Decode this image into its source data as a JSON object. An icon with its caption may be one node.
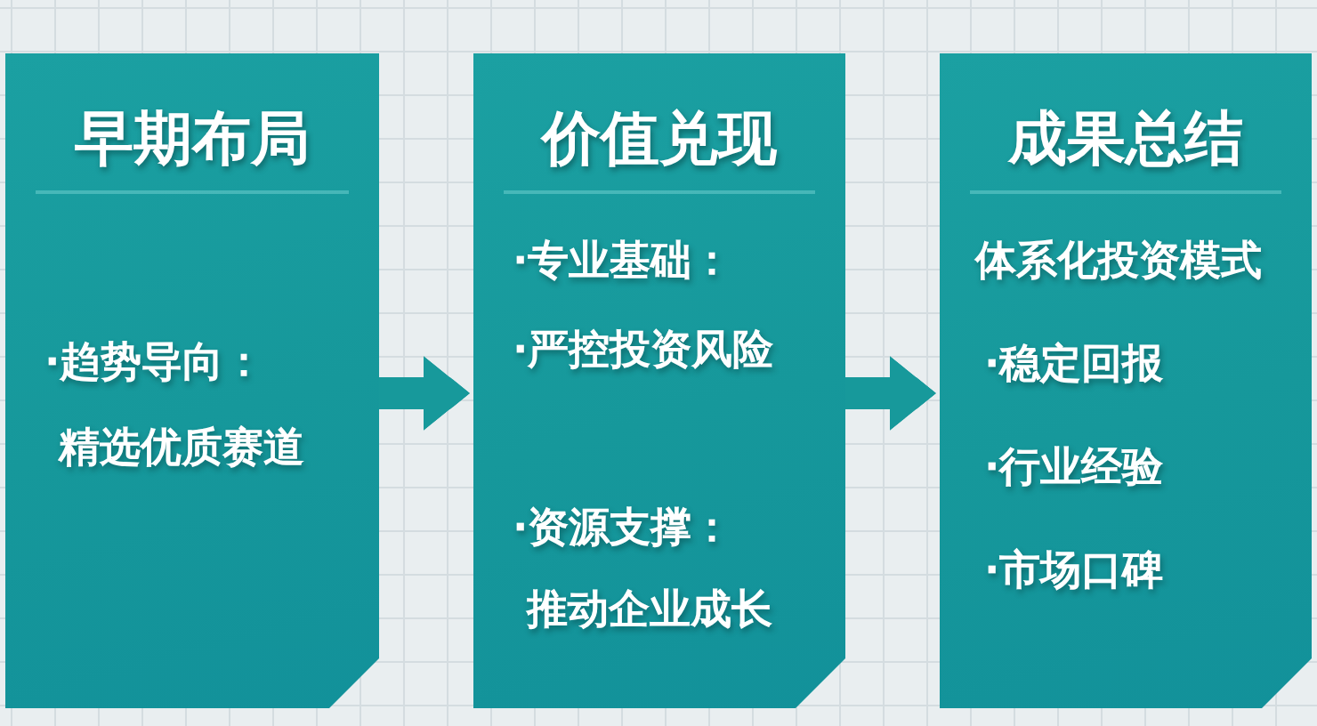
{
  "diagram": {
    "nodes": [
      {
        "text": [
          "早期布局",
          "·趋势导向：",
          "精选优质赛道"
        ]
      },
      {
        "text": [
          "价值兑现",
          "·专业基础：",
          "·严控投资风险",
          "·资源支撑：",
          "推动企业成长"
        ]
      },
      {
        "text": [
          "成果总结",
          "体系化投资模式",
          "·稳定回报",
          "·行业经验",
          "·市场口碑"
        ]
      }
    ],
    "edges": [
      {
        "from": 0,
        "to": 1,
        "arrow": "to"
      },
      {
        "from": 1,
        "to": 2,
        "arrow": "to"
      }
    ]
  }
}
